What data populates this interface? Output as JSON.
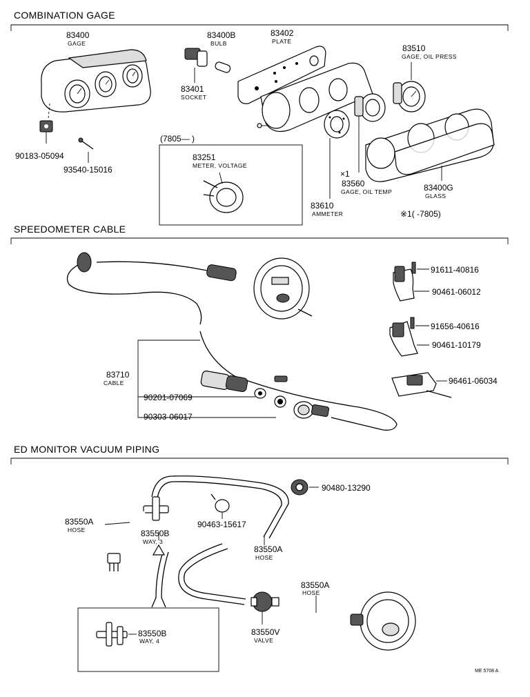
{
  "sections": {
    "combination": "COMBINATION GAGE",
    "speedometer": "SPEEDOMETER CABLE",
    "monitor": "ED MONITOR VACUUM PIPING"
  },
  "parts": {
    "p83400": {
      "num": "83400",
      "desc": "GAGE"
    },
    "p83400b": {
      "num": "83400B",
      "desc": "BULB"
    },
    "p83402": {
      "num": "83402",
      "desc": "PLATE"
    },
    "p83510": {
      "num": "83510",
      "desc": "GAGE, OIL PRESS"
    },
    "p83401": {
      "num": "83401",
      "desc": "SOCKET"
    },
    "p90183": {
      "num": "90183-05094"
    },
    "p93540": {
      "num": "93540-15016"
    },
    "p83251": {
      "num": "83251",
      "desc": "METER, VOLTAGE"
    },
    "p83560": {
      "num": "83560",
      "desc": "GAGE, OIL TEMP",
      "mark": "×1"
    },
    "p83400g": {
      "num": "83400G",
      "desc": "GLASS"
    },
    "p83610": {
      "num": "83610",
      "desc": "AMMETER"
    },
    "p91611": {
      "num": "91611-40816"
    },
    "p90461a": {
      "num": "90461-06012"
    },
    "p91656": {
      "num": "91656-40616"
    },
    "p90461b": {
      "num": "90461-10179"
    },
    "p96461": {
      "num": "96461-06034"
    },
    "p83710": {
      "num": "83710",
      "desc": "CABLE"
    },
    "p90201": {
      "num": "90201-07069"
    },
    "p90303": {
      "num": "90303-06017"
    },
    "p90480": {
      "num": "90480-13290"
    },
    "p83550a1": {
      "num": "83550A",
      "desc": "HOSE"
    },
    "p83550b": {
      "num": "83550B",
      "desc": "WAY, 3"
    },
    "p90463": {
      "num": "90463-15617"
    },
    "p83550a2": {
      "num": "83550A",
      "desc": "HOSE"
    },
    "p83550a3": {
      "num": "83550A",
      "desc": "HOSE"
    },
    "p83550b4": {
      "num": "83550B",
      "desc": "WAY, 4"
    },
    "p83550v": {
      "num": "83550V",
      "desc": "VALVE"
    }
  },
  "notes": {
    "date_box": "(7805—        )",
    "footnote": "※1(        -7805)",
    "ref": "ME 5708 A"
  }
}
